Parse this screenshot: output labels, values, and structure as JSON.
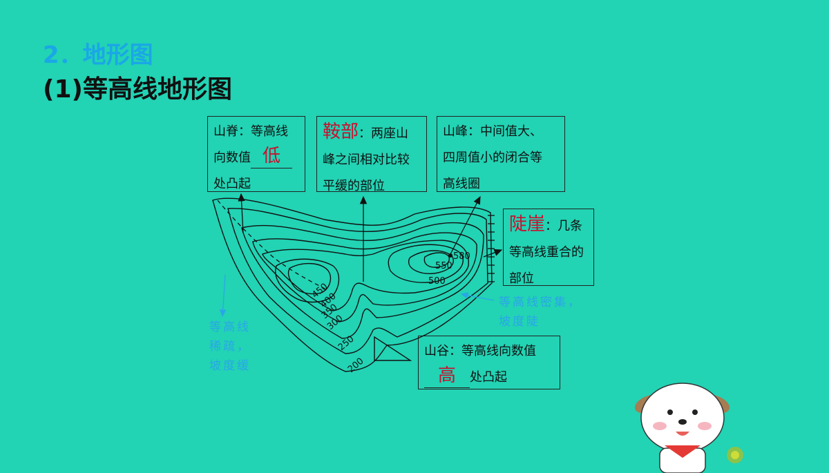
{
  "heading": {
    "section": "2．地形图",
    "subsection": "(1)等高线地形图"
  },
  "boxes": {
    "ridge": {
      "line1": "山脊：等高线",
      "line2a": "向数值",
      "answer": "低",
      "line3": "处凸起"
    },
    "saddle": {
      "answer": "鞍部",
      "line1": "：两座山",
      "line2": "峰之间相对比较",
      "line3": "平缓的部位"
    },
    "peak": {
      "line1": "山峰：中间值大、",
      "line2": "四周值小的闭合等",
      "line3": "高线圈"
    },
    "cliff": {
      "answer": "陡崖",
      "line1": "：几条",
      "line2": "等高线重合的",
      "line3": "部位"
    },
    "valley": {
      "line1": "山谷：等高线向数值",
      "answer": "高",
      "line2": "处凸起"
    }
  },
  "notes": {
    "sparse": [
      "等高线",
      "稀疏，",
      "坡度缓"
    ],
    "dense": [
      "等高线密集，",
      "坡度陡"
    ]
  },
  "contours": {
    "labels": [
      "200",
      "250",
      "300",
      "350",
      "400",
      "450",
      "500",
      "550",
      "580"
    ]
  }
}
